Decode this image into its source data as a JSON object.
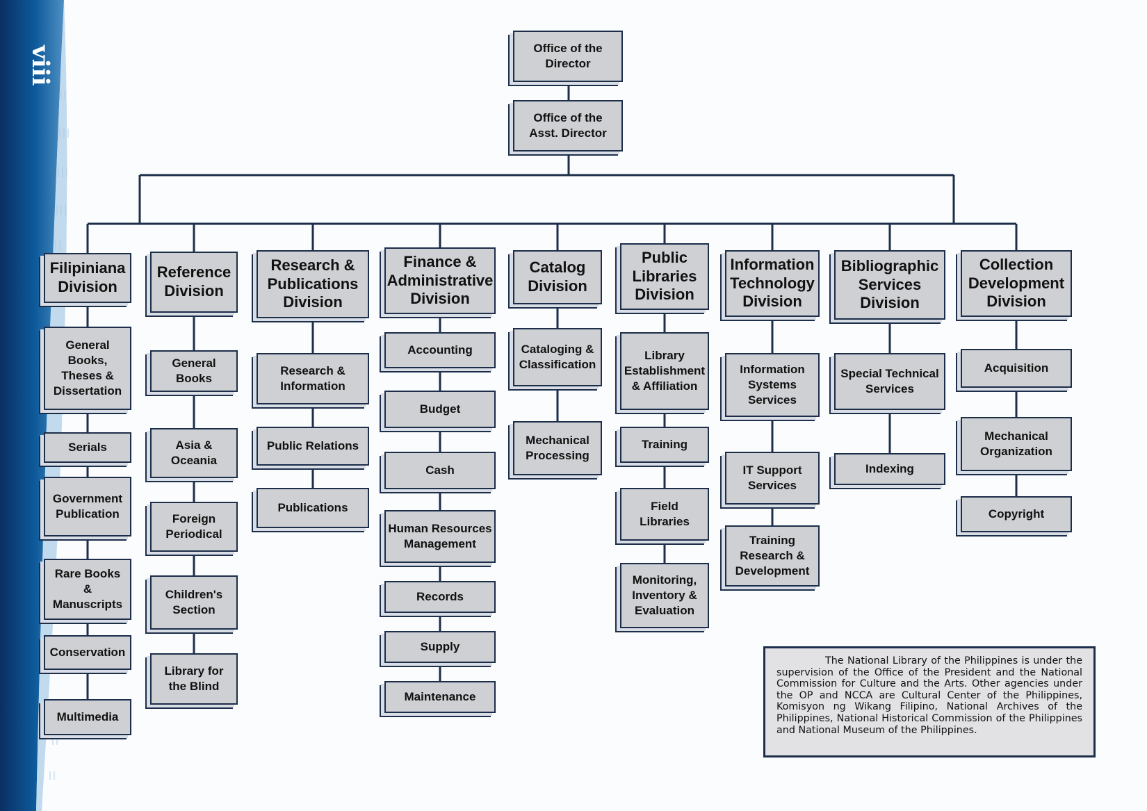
{
  "page": {
    "number": "viii"
  },
  "colors": {
    "box_fill": "#cfd0d3",
    "box_border": "#1d2e4a",
    "connector": "#1d2e4a",
    "band": "#0d4d8a"
  },
  "top": {
    "director": "Office of the\nDirector",
    "asst_director": "Office of the\nAsst. Director"
  },
  "divisions": [
    {
      "name": "Filipiniana\nDivision",
      "units": [
        "General\nBooks,\nTheses &\nDissertation",
        "Serials",
        "Government\nPublication",
        "Rare Books\n&\nManuscripts",
        "Conservation",
        "Multimedia"
      ]
    },
    {
      "name": "Reference\nDivision",
      "units": [
        "General\nBooks",
        "Asia &\nOceania",
        "Foreign\nPeriodical",
        "Children's\nSection",
        "Library for\nthe Blind"
      ]
    },
    {
      "name": "Research &\nPublications\nDivision",
      "units": [
        "Research &\nInformation",
        "Public Relations",
        "Publications"
      ]
    },
    {
      "name": "Finance &\nAdministrative\nDivision",
      "units": [
        "Accounting",
        "Budget",
        "Cash",
        "Human Resources\nManagement",
        "Records",
        "Supply",
        "Maintenance"
      ]
    },
    {
      "name": "Catalog\nDivision",
      "units": [
        "Cataloging &\nClassification",
        "Mechanical\nProcessing"
      ]
    },
    {
      "name": "Public\nLibraries\nDivision",
      "units": [
        "Library\nEstablishment\n& Affiliation",
        "Training",
        "Field\nLibraries",
        "Monitoring,\nInventory &\nEvaluation"
      ]
    },
    {
      "name": "Information\nTechnology\nDivision",
      "units": [
        "Information\nSystems\nServices",
        "IT Support\nServices",
        "Training\nResearch &\nDevelopment"
      ]
    },
    {
      "name": "Bibliographic\nServices\nDivision",
      "units": [
        "Special Technical\nServices",
        "Indexing"
      ]
    },
    {
      "name": "Collection\nDevelopment\nDivision",
      "units": [
        "Acquisition",
        "Mechanical\nOrganization",
        "Copyright"
      ]
    }
  ],
  "note": "The National Library of the Philippines is under the supervision of the Office of the President and the National Commission for Culture and the Arts. Other agencies under the OP and NCCA are Cultural Center of the Philippines, Komisyon ng Wikang Filipino, National Archives of the Philippines, National Historical Commission of the Philippines and National Museum of the Philippines."
}
